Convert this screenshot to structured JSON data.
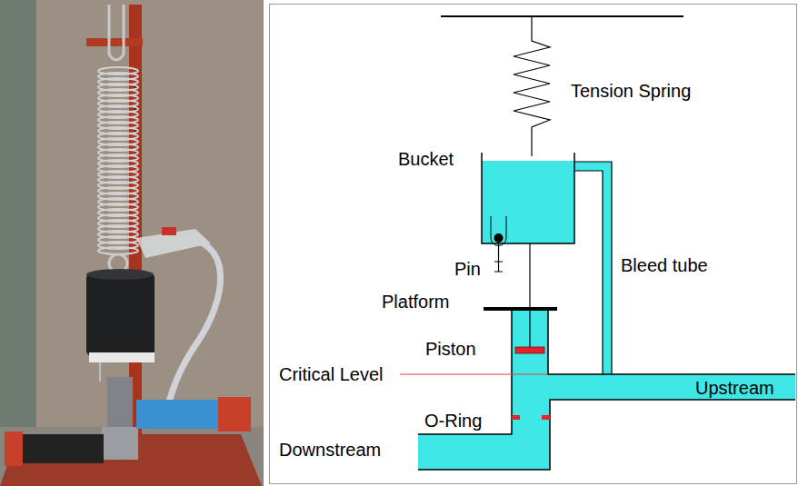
{
  "diagram": {
    "labels": [
      "Tension Spring",
      "Bucket",
      "Pin",
      "Bleed tube",
      "Platform",
      "Piston",
      "Critical Level",
      "Upstream",
      "O-Ring",
      "Downstream"
    ]
  }
}
